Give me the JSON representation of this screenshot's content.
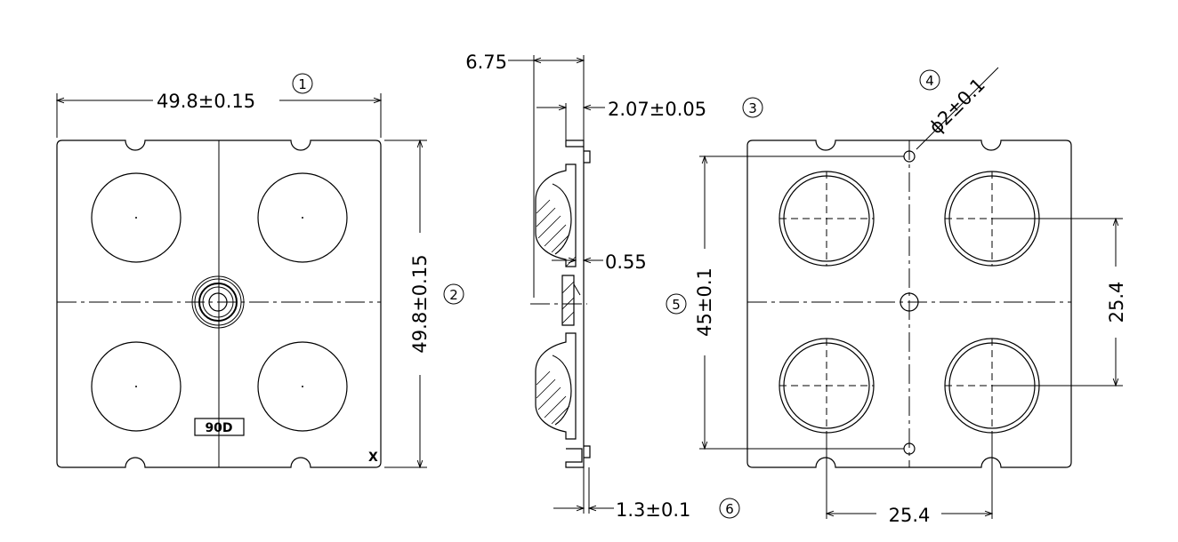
{
  "front_view": {
    "width_dim": "49.8±0.15",
    "width_ref": "1",
    "height_dim": "49.8±0.15",
    "height_ref": "2",
    "angle_mark": "90D",
    "corner_mark": "X"
  },
  "side_view": {
    "total_height_dim": "6.75",
    "flange_thickness_dim": "2.07±0.05",
    "flange_ref": "3",
    "gap_dim": "0.55",
    "base_thickness_dim": "1.3±0.1",
    "base_ref": "6"
  },
  "back_view": {
    "hole_dim": "ϕ2±0.1",
    "hole_ref": "4",
    "hole_spacing_dim": "45±0.1",
    "hole_spacing_ref": "5",
    "lens_pitch_vertical": "25.4",
    "lens_pitch_horizontal": "25.4"
  }
}
